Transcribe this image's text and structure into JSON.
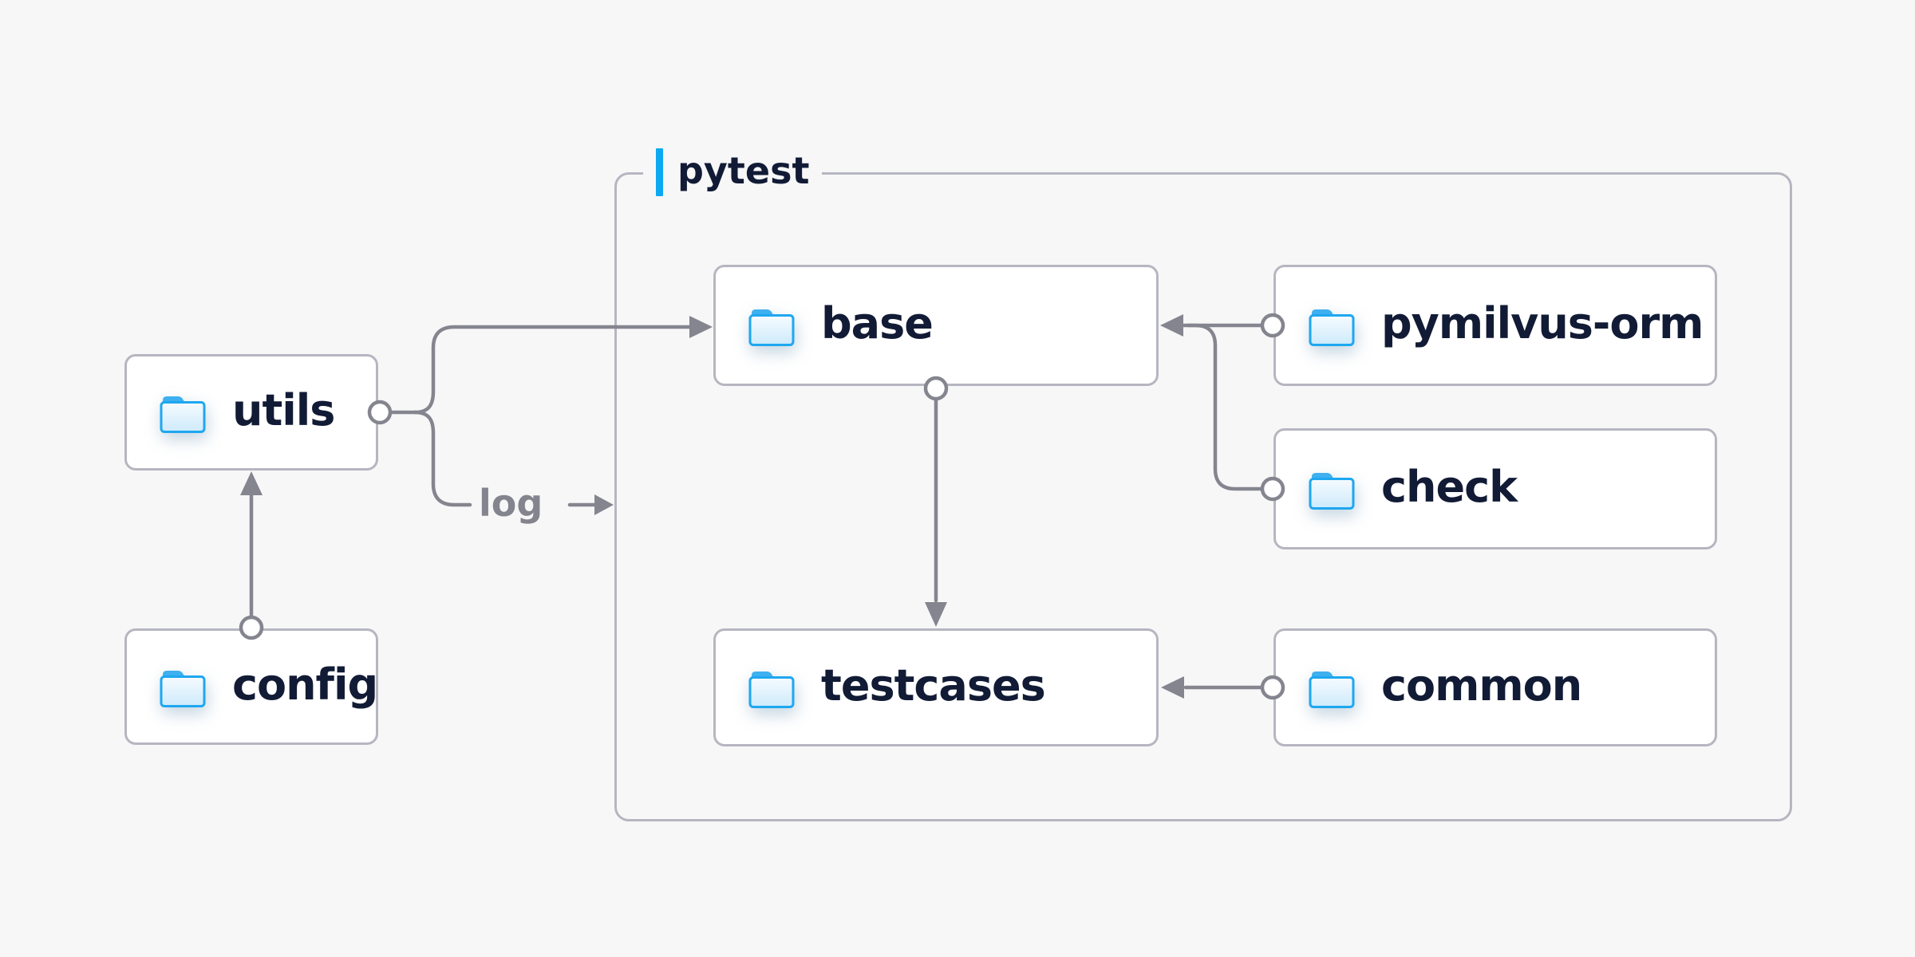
{
  "diagram": {
    "type": "folder-structure-diagram",
    "background": "#f7f7f8",
    "accent_blue": "#0ca9f1",
    "folder_blue": "#1ea7f0",
    "line_gray": "#85858f",
    "border_gray": "#b6b6c1",
    "text_navy": "#121b35"
  },
  "container": {
    "label": "pytest"
  },
  "nodes": [
    {
      "id": "utils",
      "label": "utils",
      "icon": "folder-icon",
      "inside_container": false
    },
    {
      "id": "config",
      "label": "config",
      "icon": "folder-icon",
      "inside_container": false
    },
    {
      "id": "base",
      "label": "base",
      "icon": "folder-icon",
      "inside_container": true
    },
    {
      "id": "pymilvus-orm",
      "label": "pymilvus-orm",
      "icon": "folder-icon",
      "inside_container": true
    },
    {
      "id": "check",
      "label": "check",
      "icon": "folder-icon",
      "inside_container": true
    },
    {
      "id": "testcases",
      "label": "testcases",
      "icon": "folder-icon",
      "inside_container": true
    },
    {
      "id": "common",
      "label": "common",
      "icon": "folder-icon",
      "inside_container": true
    }
  ],
  "labels": {
    "log": "log"
  },
  "edges": [
    {
      "from": "config",
      "to": "utils"
    },
    {
      "from": "utils",
      "to": "base"
    },
    {
      "from": "utils",
      "to": "pytest-container",
      "label": "log"
    },
    {
      "from": "pymilvus-orm",
      "to": "base"
    },
    {
      "from": "check",
      "to": "base"
    },
    {
      "from": "base",
      "to": "testcases"
    },
    {
      "from": "common",
      "to": "testcases"
    }
  ]
}
